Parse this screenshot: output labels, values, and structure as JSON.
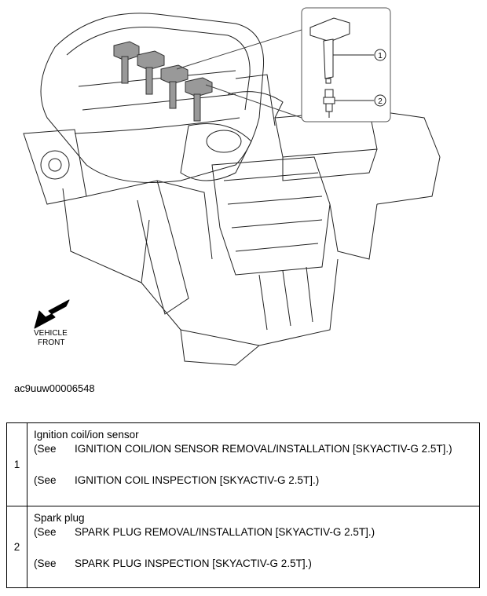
{
  "figure": {
    "id": "ac9uuw00006548",
    "direction_label_line1": "VEHICLE",
    "direction_label_line2": "FRONT",
    "callouts": [
      "1",
      "2"
    ]
  },
  "parts": [
    {
      "number": "1",
      "name": "Ignition coil/ion sensor",
      "refs": [
        {
          "see": "(See",
          "target": "IGNITION COIL/ION SENSOR REMOVAL/INSTALLATION [SKYACTIV-G 2.5T].)"
        },
        {
          "see": "(See",
          "target": "IGNITION COIL INSPECTION [SKYACTIV-G 2.5T].)"
        }
      ]
    },
    {
      "number": "2",
      "name": "Spark plug",
      "refs": [
        {
          "see": "(See",
          "target": "SPARK PLUG REMOVAL/INSTALLATION [SKYACTIV-G 2.5T].)"
        },
        {
          "see": "(See",
          "target": "SPARK PLUG INSPECTION [SKYACTIV-G 2.5T].)"
        }
      ]
    }
  ]
}
